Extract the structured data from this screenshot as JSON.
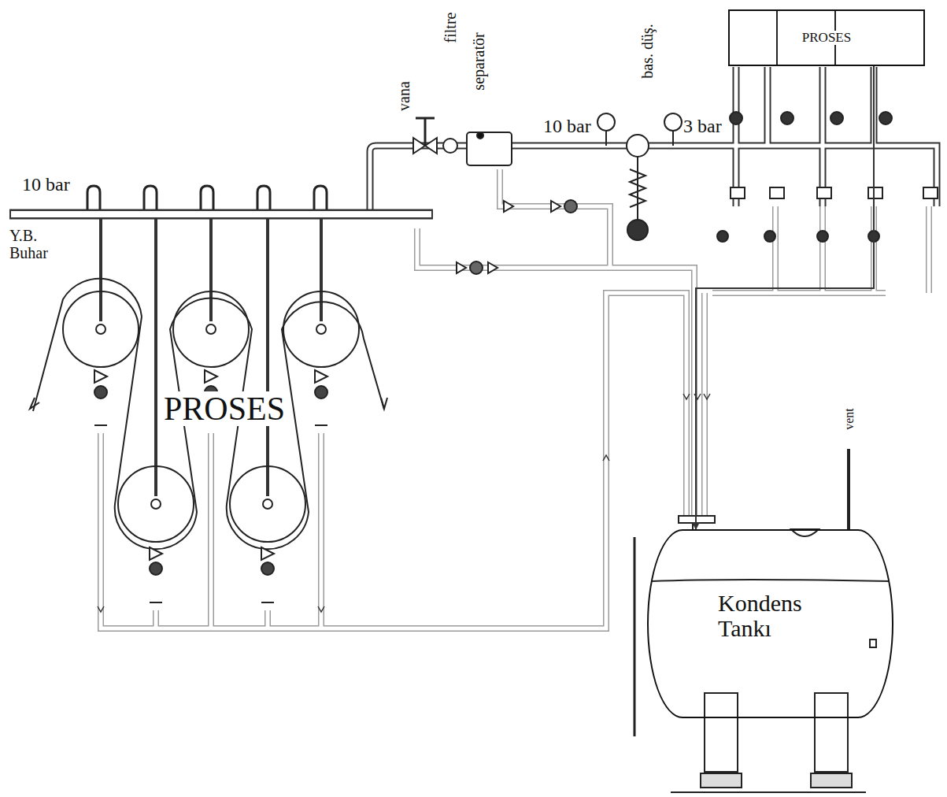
{
  "diagram": {
    "nodes": [
      {
        "text": [
          "PROSES"
        ]
      },
      {
        "text": [
          "Kondens Tankı"
        ]
      }
    ],
    "edges": [
      {
        "from": 0,
        "to": 1,
        "arrow": "to"
      }
    ],
    "labels": [
      "10 bar",
      "Y.B. Buhar",
      "vana",
      "filtre",
      "separatör",
      "10 bar",
      "bas. düş.",
      "3 bar",
      "PROSES",
      "vent"
    ]
  }
}
